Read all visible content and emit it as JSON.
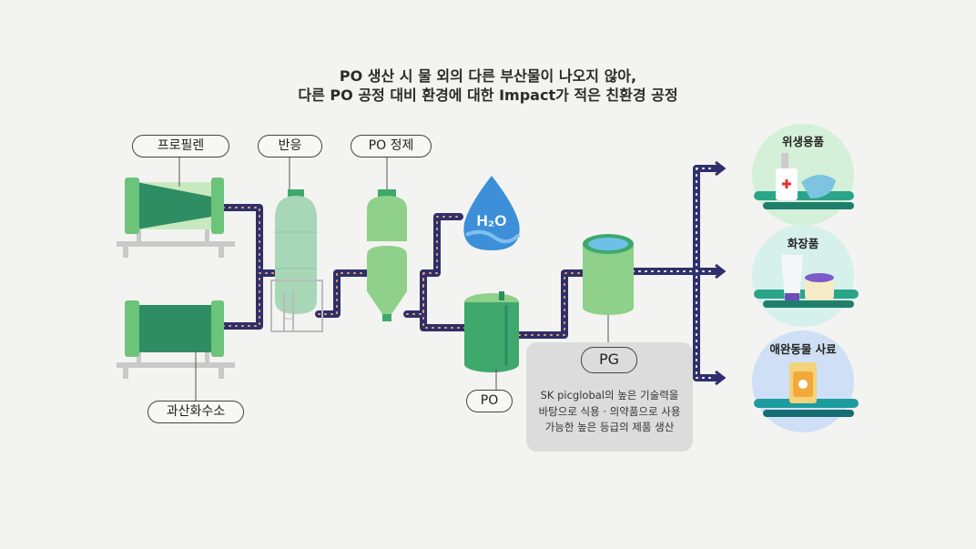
{
  "title": {
    "line1": "PO 생산 시 물 외의 다른 부산물이 나오지 않아,",
    "line2": "다른 PO 공정 대비 환경에 대한 Impact가 적은 친환경 공정"
  },
  "labels": {
    "propylene": "프로필렌",
    "reaction": "반응",
    "po_purification": "PO 정제",
    "hydrogen_peroxide": "과산화수소",
    "po": "PO",
    "pg": "PG",
    "water": "H₂O"
  },
  "pg_description": {
    "line1": "SK picglobal의 높은 기술력을",
    "line2": "바탕으로 식용 · 의약품으로 사용",
    "line3": "가능한 높은 등급의 제품 생산"
  },
  "products": [
    {
      "label": "위생용품"
    },
    {
      "label": "화장품"
    },
    {
      "label": "애완동물 사료"
    }
  ],
  "colors": {
    "pipe": "#2e2f6b",
    "pipe_dots": "#e9a86a",
    "tank_green": "#3fa86c",
    "tank_light": "#8fd08a",
    "water": "#3c8fd8"
  }
}
